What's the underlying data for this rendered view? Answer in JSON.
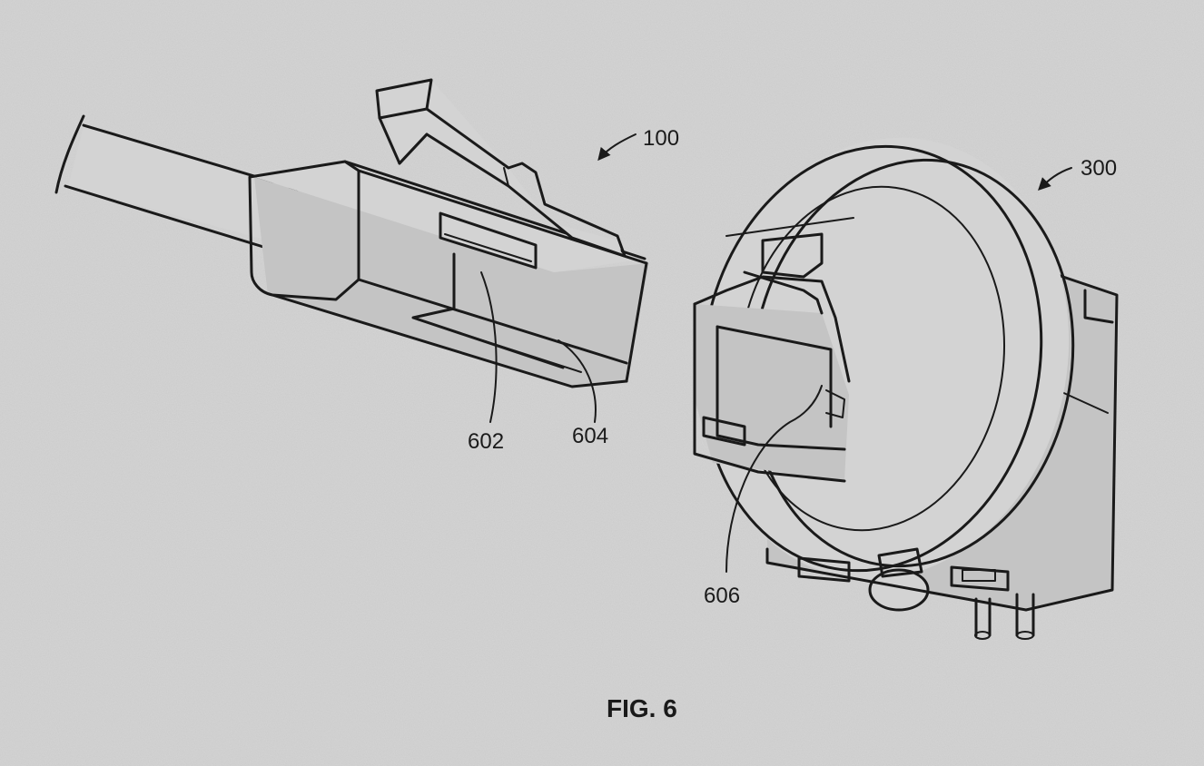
{
  "figure": {
    "title": "FIG. 6",
    "reference_numerals": {
      "plug": "100",
      "jack": "300",
      "plug_feature_a": "602",
      "plug_feature_b": "604",
      "jack_feature": "606"
    }
  }
}
